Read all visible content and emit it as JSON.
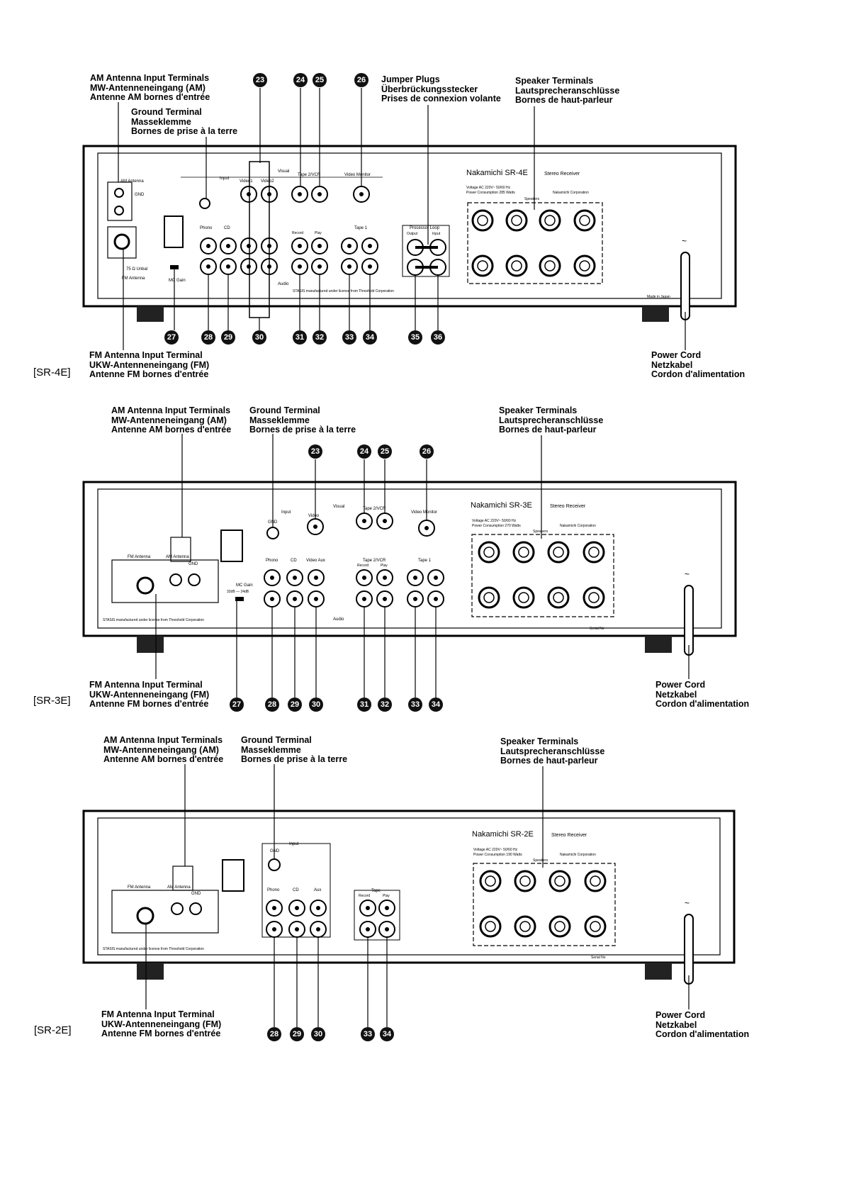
{
  "icons": {
    "power_symbol": "~"
  },
  "sr4e": {
    "model": "[SR-4E]",
    "am_antenna": [
      "AM Antenna Input Terminals",
      "MW-Antenneneingang (AM)",
      "Antenne AM bornes d'entrée"
    ],
    "ground": [
      "Ground Terminal",
      "Masseklemme",
      "Bornes de prise à la terre"
    ],
    "jumper": [
      "Jumper Plugs",
      "Überbrückungsstecker",
      "Prises de connexion volante"
    ],
    "speaker": [
      "Speaker Terminals",
      "Lautsprecheranschlüsse",
      "Bornes de haut-parleur"
    ],
    "fm_antenna": [
      "FM Antenna Input Terminal",
      "UKW-Antenneneingang (FM)",
      "Antenne FM bornes d'entrée"
    ],
    "power_cord": [
      "Power Cord",
      "Netzkabel",
      "Cordon d'alimentation"
    ],
    "top_numbers": [
      "23",
      "24",
      "25",
      "26"
    ],
    "bottom_numbers": [
      "27",
      "28",
      "29",
      "30",
      "31",
      "32",
      "33",
      "34",
      "35",
      "36"
    ],
    "panel": {
      "brand": "Nakamichi SR-4E",
      "brand_sub": "Stereo Receiver",
      "voltage": "Voltage AC 220V~ 50/60 Hz",
      "consumption": "Power Consumption 285 Watts",
      "corporation": "Nakamichi Corporation",
      "speakers": "Speakers",
      "am_antenna": "AM Antenna",
      "gnd": "GND",
      "fm_ohm": "75 Ω Unbal",
      "fm_antenna": "FM Antenna",
      "mc_gain": "MC Gain",
      "input": "Input",
      "visual": "Visual",
      "audio": "Audio",
      "tape2vcr": "Tape 2/VCR",
      "tape1": "Tape 1",
      "record": "Record",
      "play": "Play",
      "video_monitor": "Video Monitor",
      "processor_loop": "Processor Loop",
      "output": "Output",
      "input_small": "Input",
      "phono": "Phono",
      "cd": "CD",
      "video1": "Video1",
      "video2": "Video2",
      "stasis": "STASIS manufactured under license from Threshold Corporation",
      "made": "Made in Japan"
    }
  },
  "sr3e": {
    "model": "[SR-3E]",
    "am_antenna": [
      "AM Antenna Input Terminals",
      "MW-Antenneneingang (AM)",
      "Antenne AM bornes d'entrée"
    ],
    "ground": [
      "Ground Terminal",
      "Masseklemme",
      "Bornes de prise à la terre"
    ],
    "speaker": [
      "Speaker Terminals",
      "Lautsprecheranschlüsse",
      "Bornes de haut-parleur"
    ],
    "fm_antenna": [
      "FM Antenna Input Terminal",
      "UKW-Antenneneingang (FM)",
      "Antenne FM bornes d'entrée"
    ],
    "power_cord": [
      "Power Cord",
      "Netzkabel",
      "Cordon d'alimentation"
    ],
    "top_numbers": [
      "23",
      "24",
      "25",
      "26"
    ],
    "bottom_numbers": [
      "27",
      "28",
      "29",
      "30",
      "31",
      "32",
      "33",
      "34"
    ],
    "panel": {
      "brand": "Nakamichi SR-3E",
      "brand_sub": "Stereo Receiver",
      "voltage": "Voltage AC 220V~ 50/60 Hz",
      "consumption": "Power Consumption 270 Watts",
      "corporation": "Nakamichi Corporation",
      "speakers": "Speakers",
      "fm_antenna": "FM Antenna",
      "am_antenna": "AM Antenna",
      "gnd": "GND",
      "mc_gain": "MC Gain",
      "mc_values": "32dB — 24dB",
      "input": "Input",
      "visual": "Visual",
      "audio": "Audio",
      "video": "Video",
      "video_aux": "Video Aux",
      "tape2vcr": "Tape 2/VCR",
      "tape1": "Tape 1",
      "record": "Record",
      "play": "Play",
      "video_monitor": "Video Monitor",
      "phono": "Phono",
      "cd": "CD",
      "serial": "Serial No",
      "stasis": "STASIS manufactured under license from Threshold Corporation"
    }
  },
  "sr2e": {
    "model": "[SR-2E]",
    "am_antenna": [
      "AM Antenna Input Terminals",
      "MW-Antenneneingang (AM)",
      "Antenne AM bornes d'entrée"
    ],
    "ground": [
      "Ground Terminal",
      "Masseklemme",
      "Bornes de prise à la terre"
    ],
    "speaker": [
      "Speaker Terminals",
      "Lautsprecheranschlüsse",
      "Bornes de haut-parleur"
    ],
    "fm_antenna": [
      "FM Antenna Input Terminal",
      "UKW-Antenneneingang (FM)",
      "Antenne FM bornes d'entrée"
    ],
    "power_cord": [
      "Power Cord",
      "Netzkabel",
      "Cordon d'alimentation"
    ],
    "bottom_numbers": [
      "28",
      "29",
      "30",
      "33",
      "34"
    ],
    "panel": {
      "brand": "Nakamichi SR-2E",
      "brand_sub": "Stereo Receiver",
      "voltage": "Voltage AC 220V~ 50/60 Hz",
      "consumption": "Power Consumption 190 Watts",
      "corporation": "Nakamichi Corporation",
      "speakers": "Speakers",
      "fm_antenna": "FM Antenna",
      "am_antenna": "AM Antenna",
      "gnd": "GND",
      "input": "Input",
      "tape": "Tape",
      "record": "Record",
      "play": "Play",
      "phono": "Phono",
      "cd": "CD",
      "aux": "Aux",
      "serial": "Serial No",
      "stasis": "STASIS manufactured under license from Threshold Corporation"
    }
  }
}
